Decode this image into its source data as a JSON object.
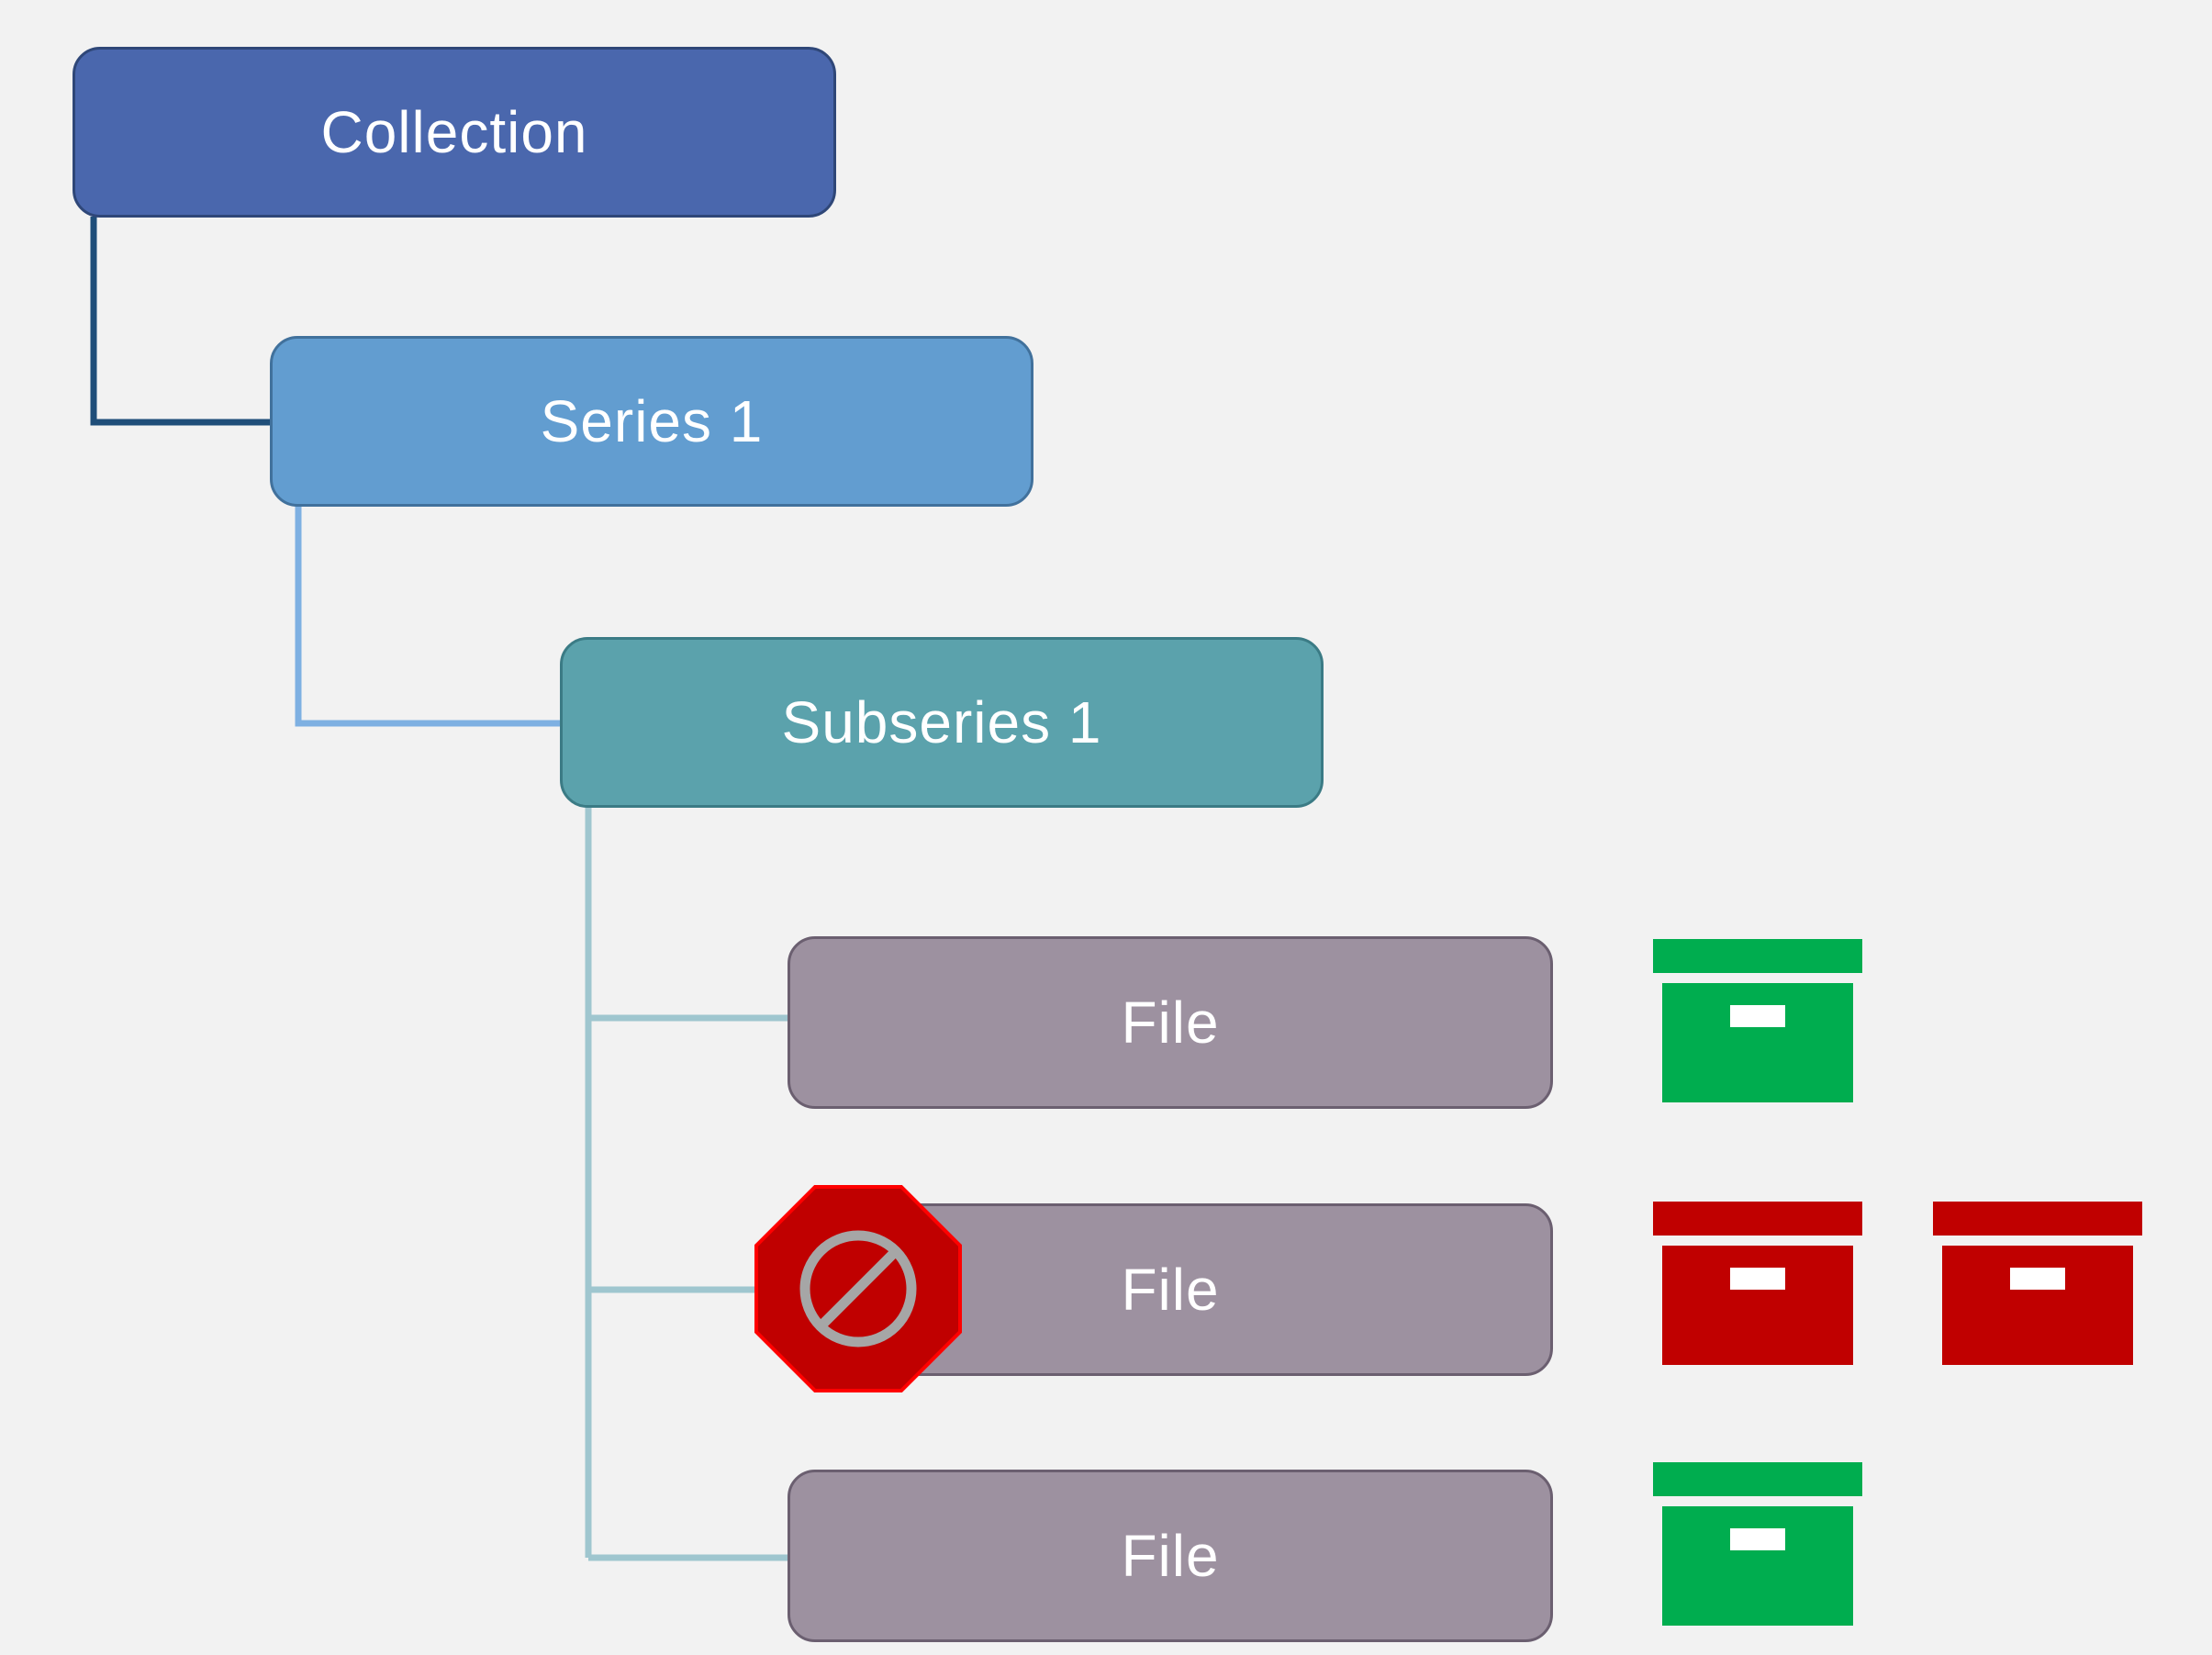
{
  "colors": {
    "background": "#f2f2f2",
    "collection": "#4a67ad",
    "series": "#629dd0",
    "subseries": "#5ba2ac",
    "file": "#9d91a0",
    "box_available": "#00ad4f",
    "box_unavailable": "#c00000",
    "blocked": "#c00000"
  },
  "hierarchy": {
    "collection": {
      "label": "Collection"
    },
    "series": {
      "label": "Series 1"
    },
    "subseries": {
      "label": "Subseries 1"
    },
    "files": [
      {
        "label": "File",
        "boxes": [
          "green-box-icon"
        ],
        "blocked": false
      },
      {
        "label": "File",
        "boxes": [
          "red-box-icon",
          "red-box-icon"
        ],
        "blocked": true
      },
      {
        "label": "File",
        "boxes": [
          "green-box-icon"
        ],
        "blocked": false
      }
    ]
  },
  "icons": {
    "blocked": "no-entry-icon",
    "box": "archive-box-icon"
  }
}
